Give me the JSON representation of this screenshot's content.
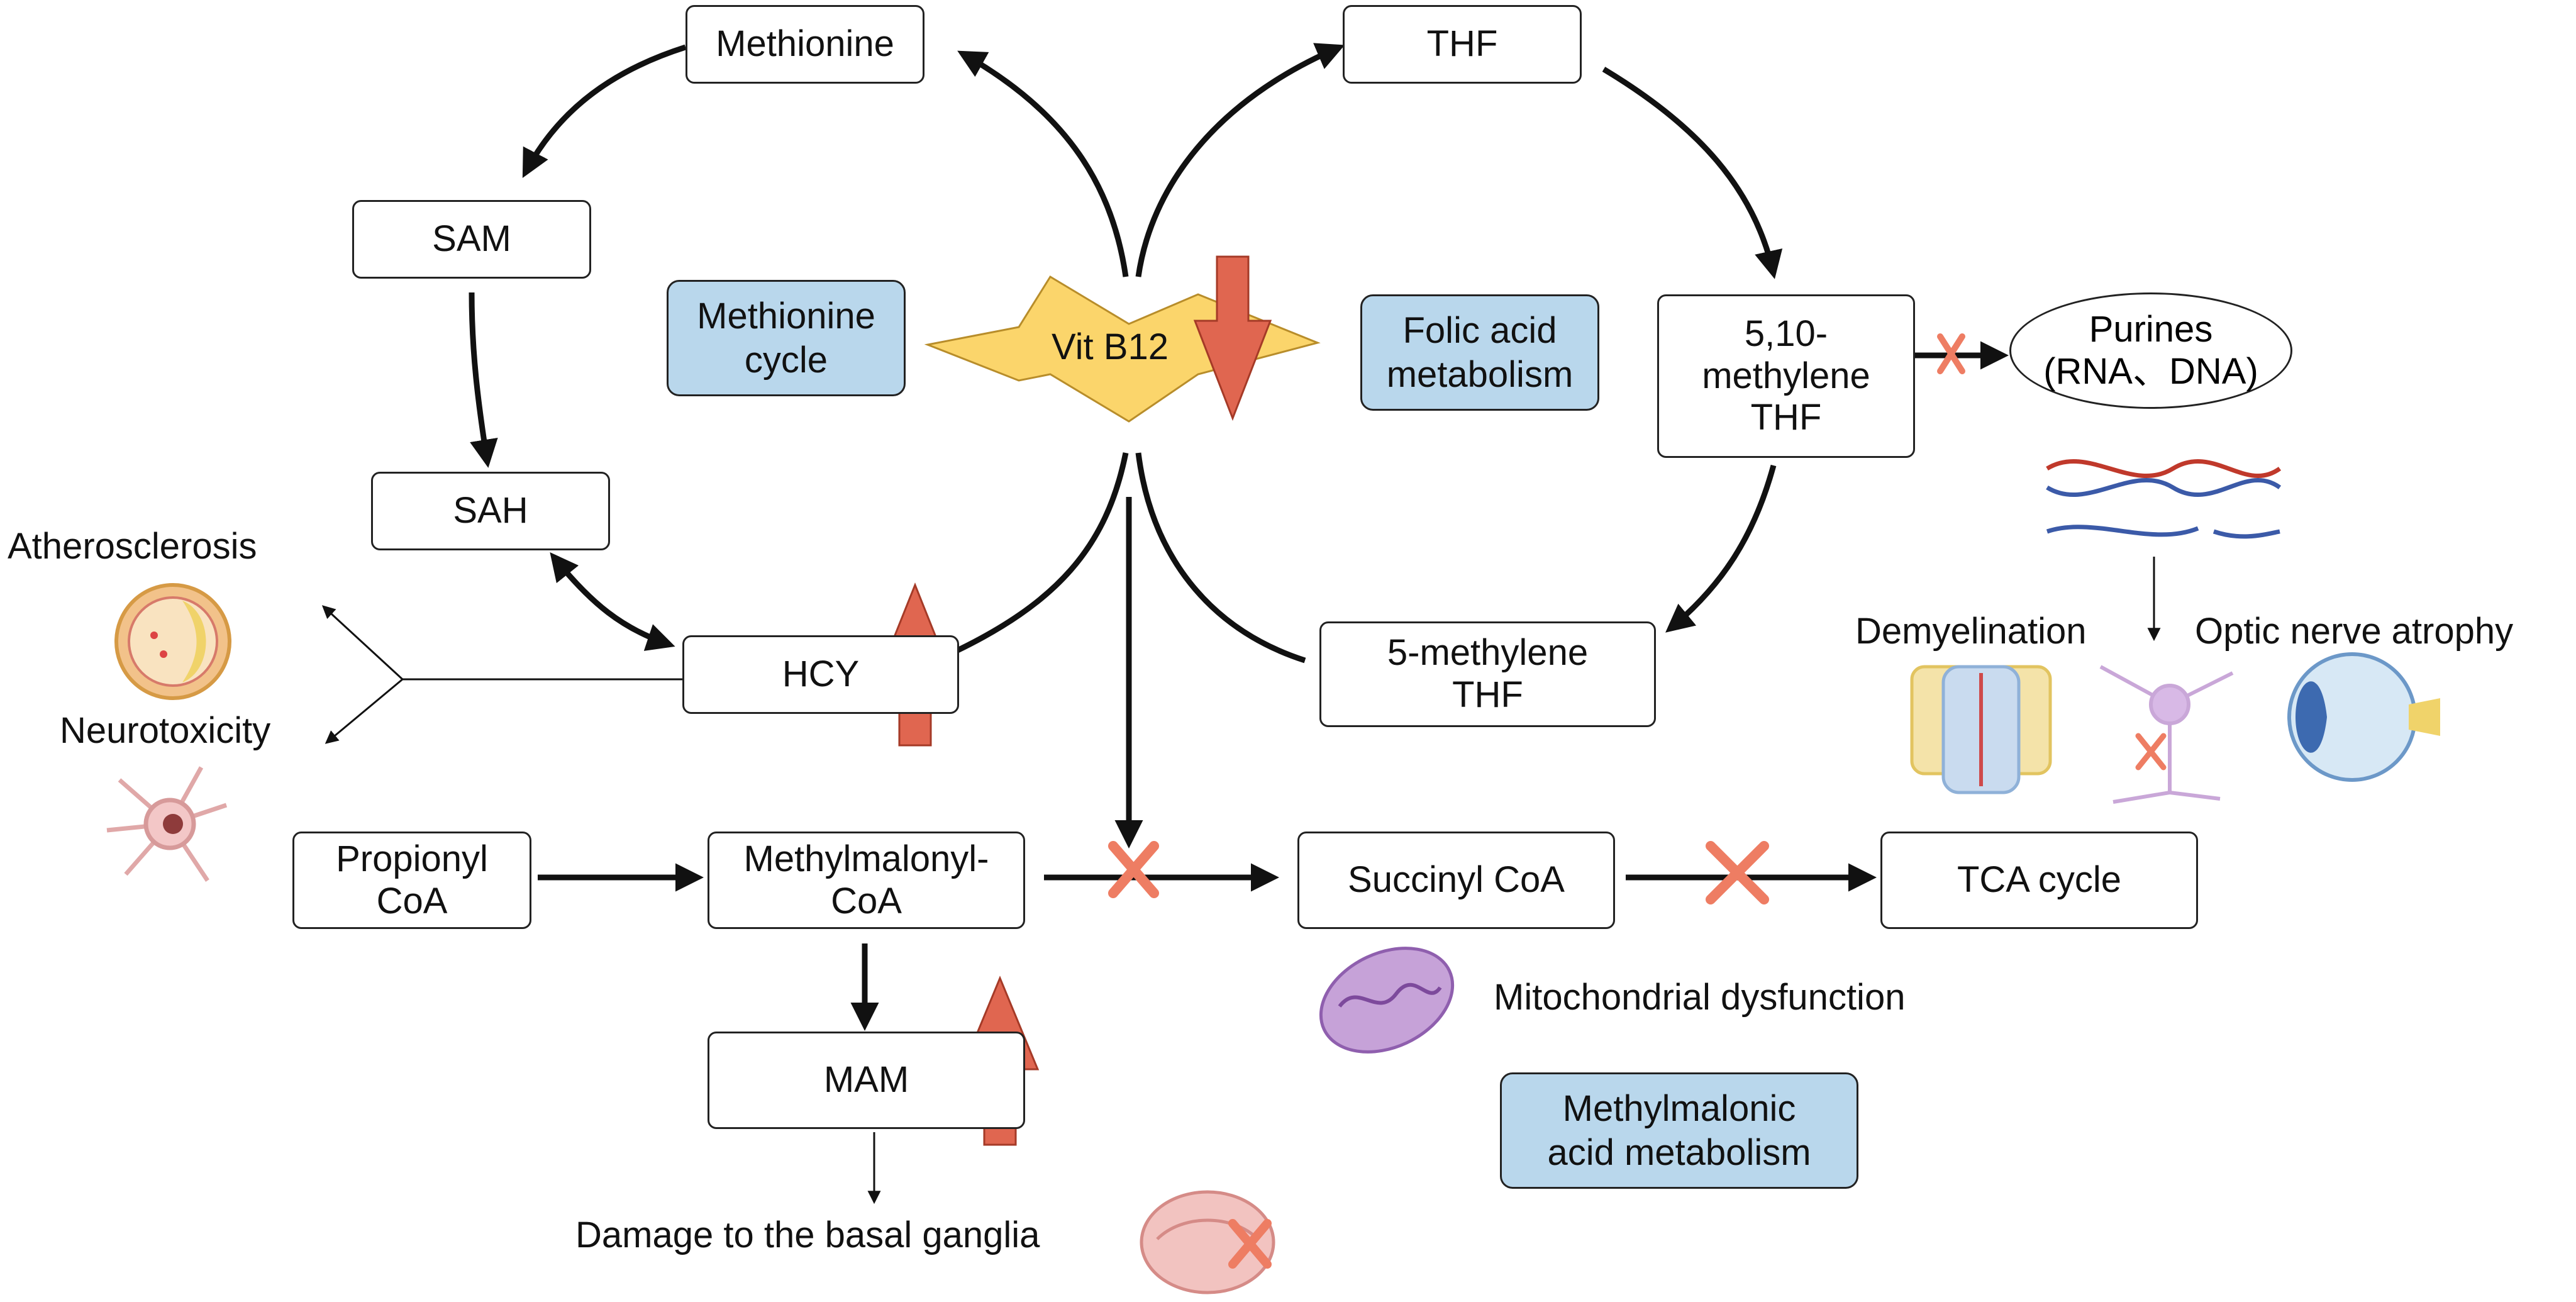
{
  "nodes": {
    "methionine": "Methionine",
    "sam": "SAM",
    "sah": "SAH",
    "hcy": "HCY",
    "thf": "THF",
    "methylene_thf": "5,10-\nmethylene\nTHF",
    "five_methylene_thf": "5-methylene\nTHF",
    "purines": "Purines\n(RNA、DNA)",
    "propionyl_coa": "Propionyl\nCoA",
    "methylmalonyl_coa": "Methylmalonyl-\nCoA",
    "succinyl_coa": "Succinyl CoA",
    "tca_cycle": "TCA cycle",
    "mam": "MAM",
    "vit_b12": "Vit B12"
  },
  "pathway_labels": {
    "methionine_cycle": "Methionine\ncycle",
    "folic_acid": "Folic acid\nmetabolism",
    "methylmalonic": "Methylmalonic\nacid metabolism"
  },
  "outcomes": {
    "atherosclerosis": "Atherosclerosis",
    "neurotoxicity": "Neurotoxicity",
    "demyelination": "Demyelination",
    "optic_nerve_atrophy": "Optic nerve atrophy",
    "mitochondrial_dysfunction": "Mitochondrial dysfunction",
    "basal_ganglia": "Damage to the basal ganglia"
  },
  "colors": {
    "pathway_fill": "#b9d7ec",
    "star_fill": "#fbd56b",
    "up_down_arrow": "#e06650",
    "block_x": "#ee7d63",
    "line": "#111111"
  }
}
